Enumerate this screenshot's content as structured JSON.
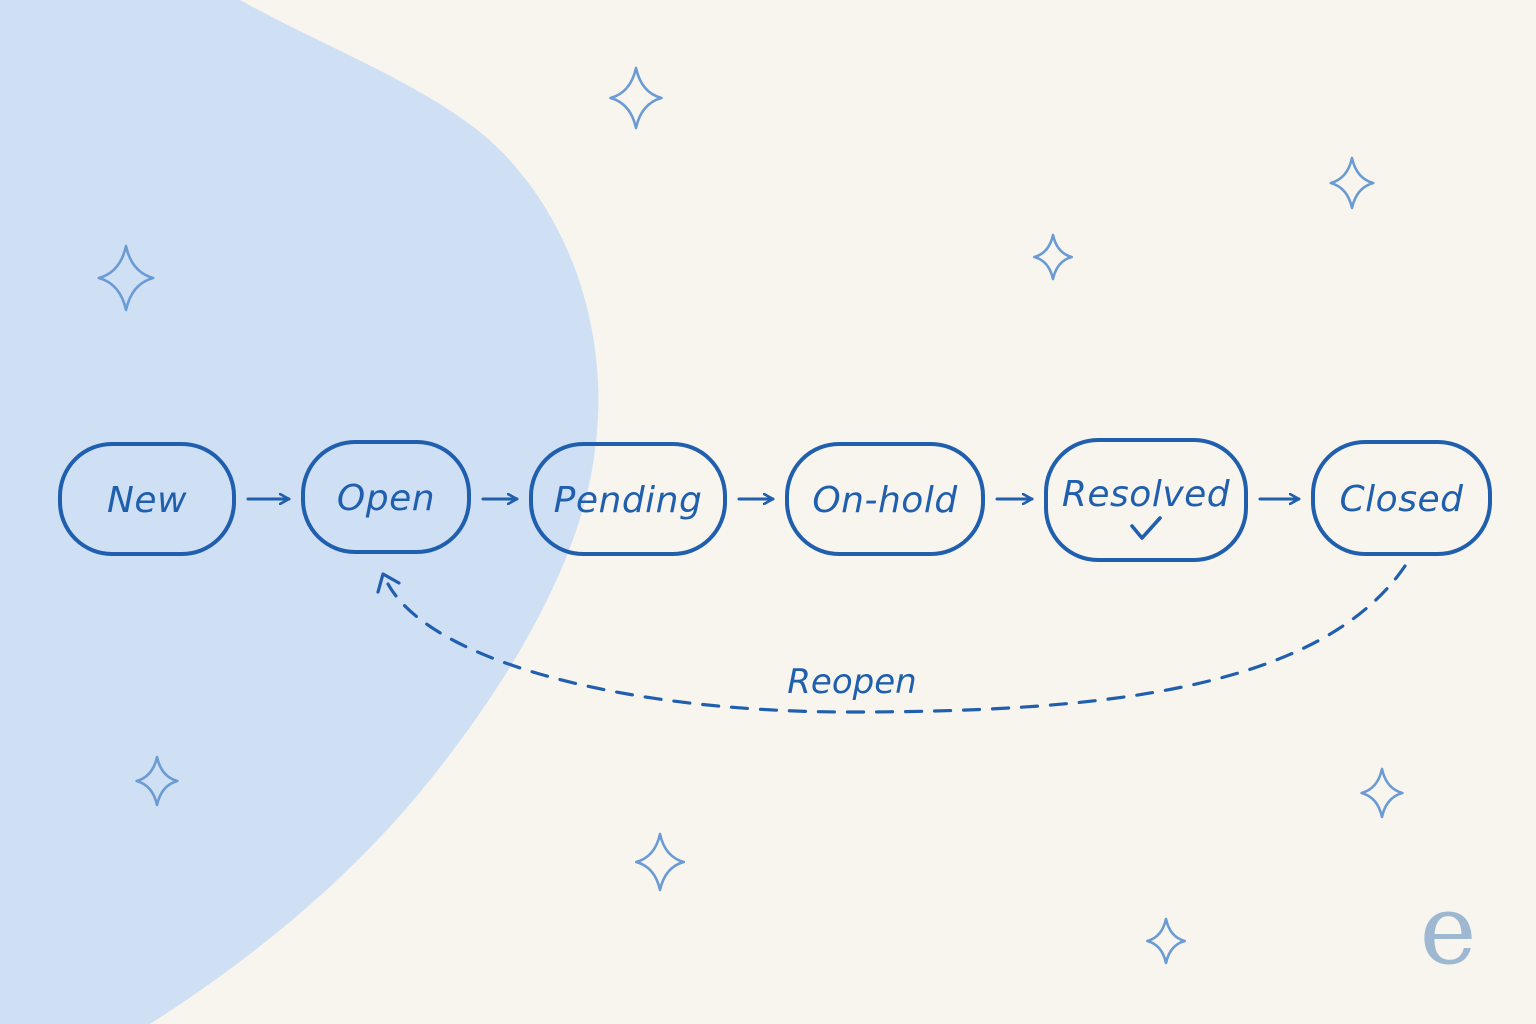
{
  "colors": {
    "background": "#f8f5ef",
    "blob": "#cfe0f4",
    "ink": "#1f5fae",
    "sparkle": "#6b9bd4",
    "logo": "#9fb8d1"
  },
  "states": [
    {
      "id": "new",
      "label": "New"
    },
    {
      "id": "open",
      "label": "Open"
    },
    {
      "id": "pending",
      "label": "Pending"
    },
    {
      "id": "on-hold",
      "label": "On-hold"
    },
    {
      "id": "resolved",
      "label": "Resolved",
      "icon": "check-icon"
    },
    {
      "id": "closed",
      "label": "Closed"
    }
  ],
  "transitions": [
    {
      "from": "new",
      "to": "open"
    },
    {
      "from": "open",
      "to": "pending"
    },
    {
      "from": "pending",
      "to": "on-hold"
    },
    {
      "from": "on-hold",
      "to": "resolved"
    },
    {
      "from": "resolved",
      "to": "closed"
    }
  ],
  "loop": {
    "from": "closed",
    "to": "open",
    "label": "Reopen",
    "style": "dashed"
  },
  "decorations": {
    "sparkle_icon": "sparkle-icon",
    "logo_icon": "e-logo-icon"
  },
  "logo": {
    "text": "e"
  }
}
